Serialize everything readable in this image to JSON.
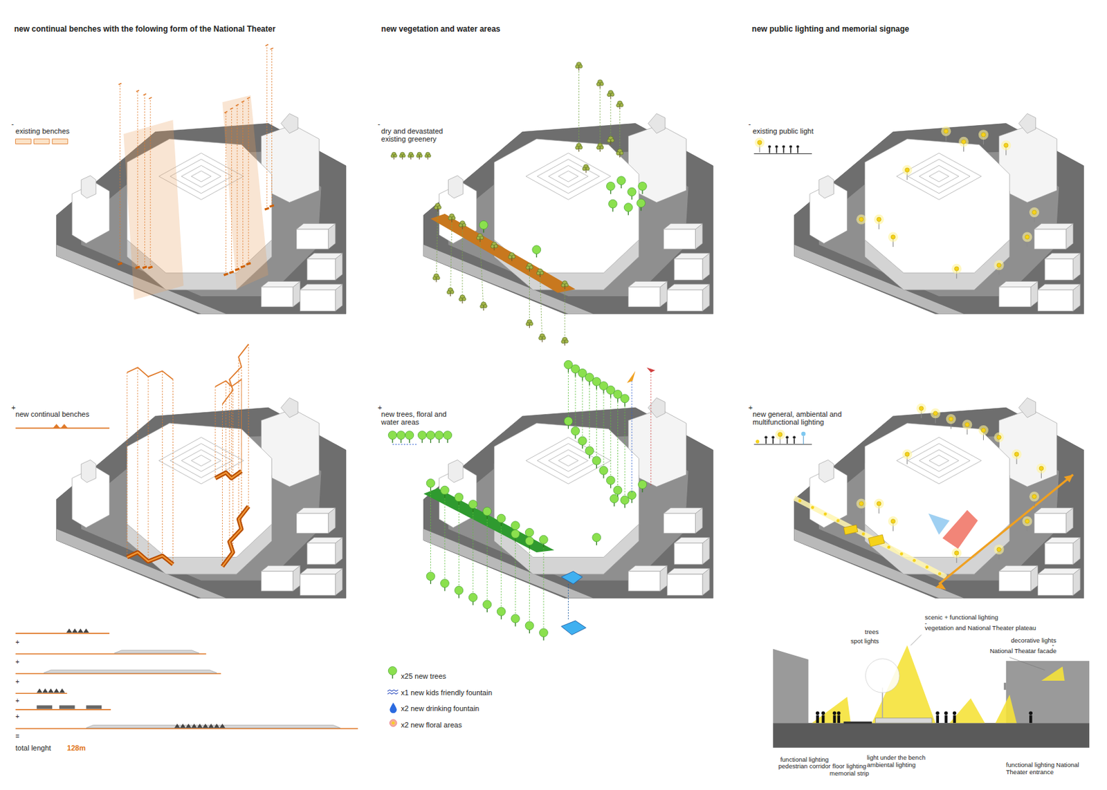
{
  "diagram": {
    "labels": [
      "new continual benches with the folowing form of the National Theater",
      "new vegetation and water areas",
      "new public lighting and memorial signage",
      "-",
      "existing benches",
      "+",
      "new continual benches",
      "-",
      "dry and devastated existing greenery",
      "+",
      "new trees, floral and water areas",
      "-",
      "existing public light",
      "+",
      "new general, ambiental and multifunctional lighting",
      "+",
      "+",
      "+",
      "+",
      "+",
      "=",
      "total lenght",
      "128m",
      "trees",
      "spot lights",
      "scenic + functional lighting",
      "-",
      "vegetation and National Theater plateau",
      "decorative lights",
      "-",
      "National Theatar facade",
      "functional lighting pedestrian corridor",
      "floor lighting memorial strip",
      "light under the bench ambiental lighting",
      "functional lighting National Theater entrance"
    ],
    "legend": [
      {
        "text": "x25 new trees"
      },
      {
        "text": "x1 new kids friendly fountain"
      },
      {
        "text": "x2 new drinking fountain"
      },
      {
        "text": "x2 new floral areas"
      }
    ]
  }
}
